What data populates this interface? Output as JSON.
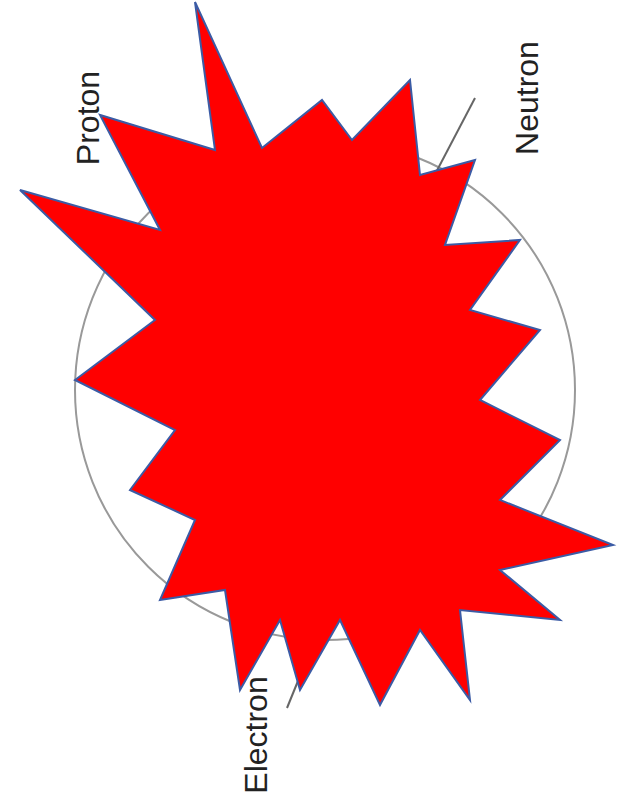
{
  "diagram": {
    "labels": [
      "Proton",
      "Neutron",
      "Electron"
    ]
  }
}
